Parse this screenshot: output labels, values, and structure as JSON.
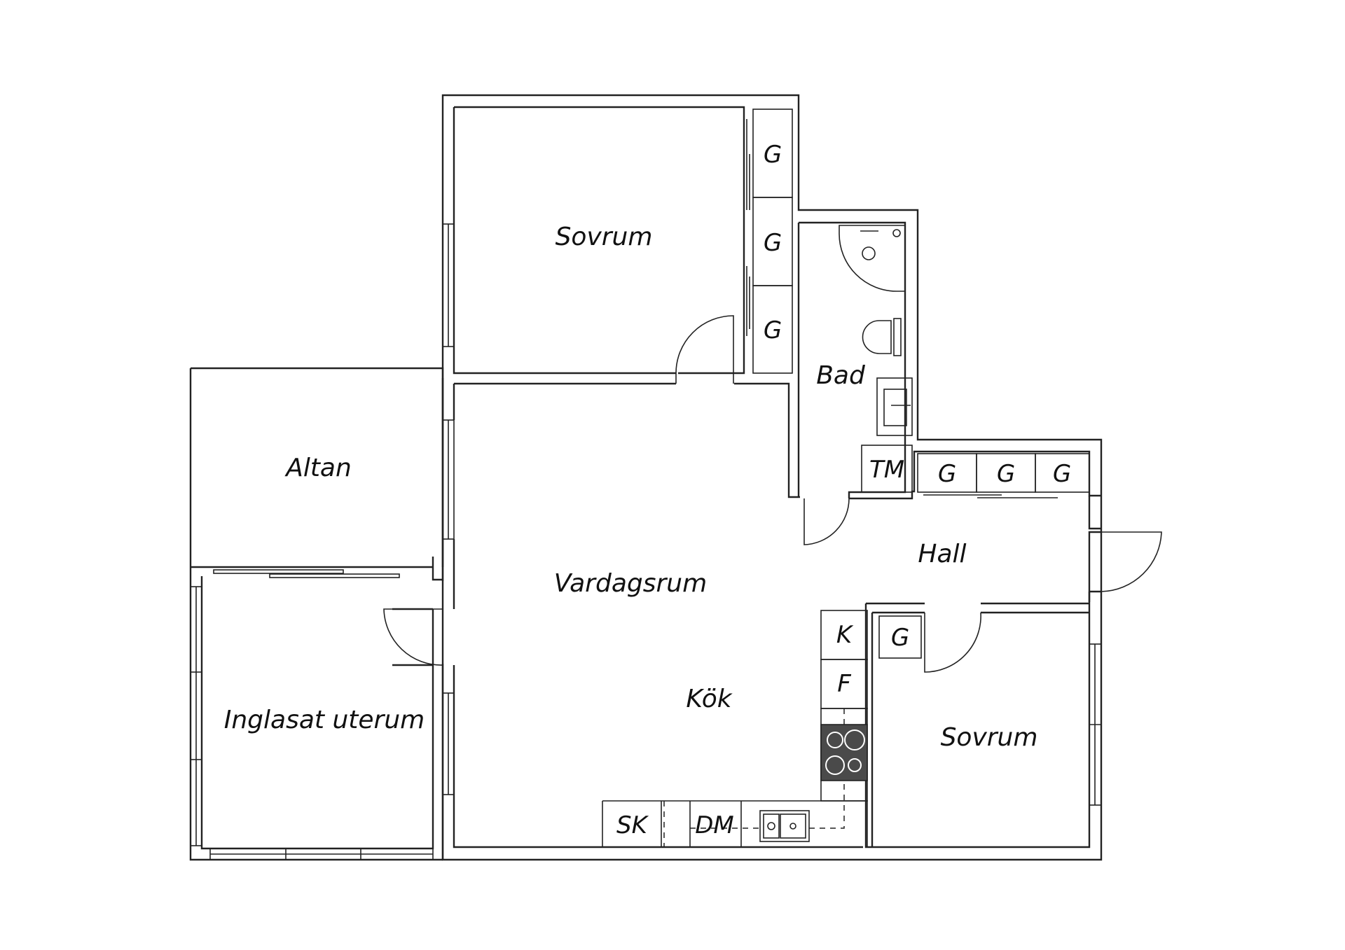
{
  "rooms": {
    "sovrum_top": "Sovrum",
    "bad": "Bad",
    "altan": "Altan",
    "vardagsrum": "Vardagsrum",
    "hall": "Hall",
    "inglasat_uterum": "Inglasat uterum",
    "kok": "Kök",
    "sovrum_bottom": "Sovrum"
  },
  "fixtures": {
    "garderob": "G",
    "tvattmaskin": "TM",
    "kyl": "K",
    "frys": "F",
    "skap": "SK",
    "diskmaskin": "DM"
  },
  "colors": {
    "line": "#222222",
    "background": "#ffffff",
    "stove": "#4a4a4a"
  }
}
